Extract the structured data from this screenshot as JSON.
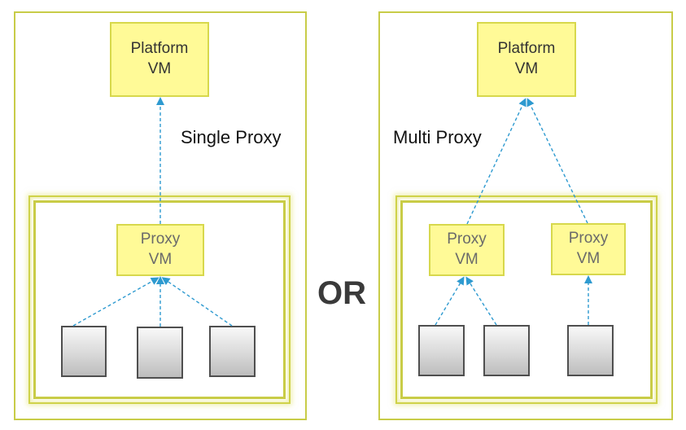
{
  "left": {
    "platform": {
      "line1": "Platform",
      "line2": "VM"
    },
    "caption": "Single Proxy",
    "proxy": {
      "line1": "Proxy",
      "line2": "VM"
    }
  },
  "divider_label": "OR",
  "right": {
    "platform": {
      "line1": "Platform",
      "line2": "VM"
    },
    "caption": "Multi Proxy",
    "proxy_a": {
      "line1": "Proxy",
      "line2": "VM"
    },
    "proxy_b": {
      "line1": "Proxy",
      "line2": "VM"
    }
  },
  "colors": {
    "box_fill": "#fffa97",
    "box_border": "#d7d84c",
    "frame_border": "#c8cc48",
    "arrow": "#2e9ad0"
  }
}
